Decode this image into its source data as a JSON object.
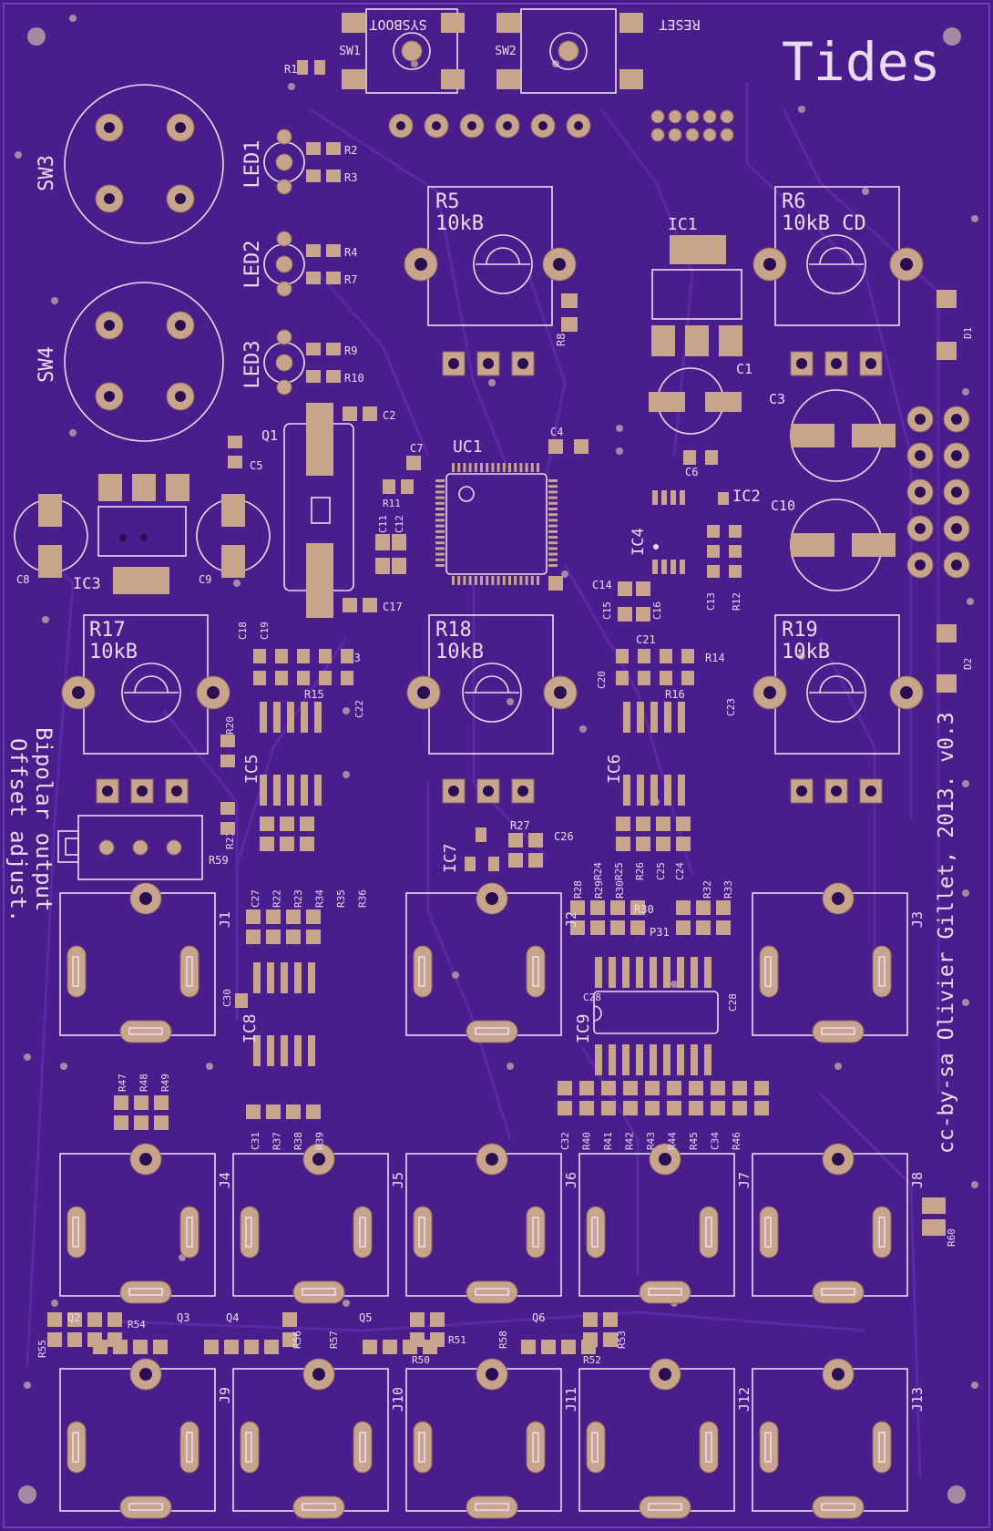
{
  "board": {
    "title": "Tides",
    "credit": "cc-by-sa Olivier Gillet, 2013. v0.3",
    "note_line1": "Bipolar output",
    "note_line2": "Offset adjust.",
    "colors": {
      "substrate": "#4a1d8c",
      "silk": "#e8dcf0",
      "copper": "#c9a48c",
      "trace": "#5a28a4"
    }
  },
  "switches": [
    {
      "ref": "SW1",
      "label": "SYSBOOT"
    },
    {
      "ref": "SW2",
      "label": "RESET"
    },
    {
      "ref": "SW3"
    },
    {
      "ref": "SW4"
    }
  ],
  "leds": [
    "LED1",
    "LED2",
    "LED3"
  ],
  "pots": [
    {
      "ref": "R5",
      "value": "10kB"
    },
    {
      "ref": "R6",
      "value": "10kB CD"
    },
    {
      "ref": "R17",
      "value": "10kB"
    },
    {
      "ref": "R18",
      "value": "10kB"
    },
    {
      "ref": "R19",
      "value": "10kB"
    }
  ],
  "ics": [
    "UC1",
    "IC1",
    "IC2",
    "IC3",
    "IC4",
    "IC5",
    "IC6",
    "IC7",
    "IC8",
    "IC9",
    "Q1"
  ],
  "jacks": [
    "J1",
    "J2",
    "J3",
    "J4",
    "J5",
    "J6",
    "J7",
    "J8",
    "J9",
    "J10",
    "J11",
    "J12",
    "J13"
  ],
  "labels": {
    "r1": "R1",
    "r2": "R2",
    "r3": "R3",
    "r4": "R4",
    "r7": "R7",
    "r9": "R9",
    "r10": "R10",
    "r8": "R8",
    "r11": "R11",
    "r12": "R12",
    "r13": "R13",
    "r14": "R14",
    "r15": "R15",
    "r16": "R16",
    "r20": "R20",
    "r21": "R21",
    "r59": "R59",
    "r27": "R27",
    "r60": "R60",
    "c1": "C1",
    "c2": "C2",
    "c3": "C3",
    "c4": "C4",
    "c5": "C5",
    "c6": "C6",
    "c7": "C7",
    "c8": "C8",
    "c9": "C9",
    "c10": "C10",
    "c11": "C11",
    "c12": "C12",
    "c13": "C13",
    "c14": "C14",
    "c15": "C15",
    "c16": "C16",
    "c17": "C17",
    "c18": "C18",
    "c19": "C19",
    "c20": "C20",
    "c21": "C21",
    "c22": "C22",
    "c23": "C23",
    "c26": "C26",
    "c28": "C28",
    "c29": "C28",
    "c30": "C30",
    "d1": "D1",
    "d2": "D2",
    "row1": [
      "C27",
      "R22",
      "R23",
      "R34",
      "R35",
      "R36",
      "C24"
    ],
    "row2": [
      "R28",
      "R29",
      "R30",
      "R24",
      "R25",
      "R26",
      "C25",
      "R32",
      "R33"
    ],
    "p31": "P31",
    "row3a": [
      "C31",
      "R37",
      "R38",
      "R39"
    ],
    "row3b": [
      "C32",
      "R40",
      "R41",
      "R42",
      "R43",
      "R44",
      "R45",
      "C34",
      "R46"
    ],
    "row4": [
      "R47",
      "R48",
      "R49"
    ],
    "q": [
      "Q2",
      "Q3",
      "Q4",
      "Q5",
      "Q6"
    ],
    "rlow": [
      "R55",
      "R54",
      "R56",
      "R57",
      "R51",
      "R50",
      "R58",
      "R53",
      "R52"
    ]
  }
}
